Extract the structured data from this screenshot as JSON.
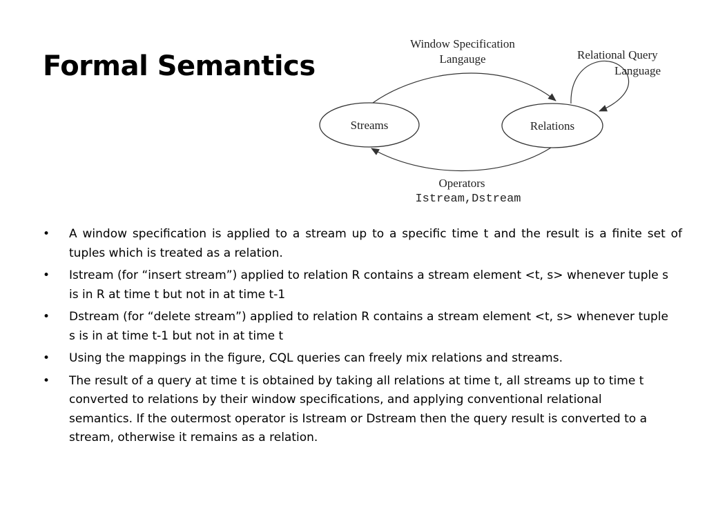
{
  "slide": {
    "title": "Formal Semantics"
  },
  "diagram": {
    "nodes": {
      "streams": "Streams",
      "relations": "Relations"
    },
    "labels": {
      "window_spec_line1": "Window Specification",
      "window_spec_line2": "Langauge",
      "relational_query_line1": "Relational Query",
      "relational_query_line2": "Language",
      "operators_line1": "Operators",
      "operators_line2": "Istream,Dstream"
    }
  },
  "bullets": [
    {
      "marker": "•",
      "text": "A window specification is applied to a stream up to a specific time t and the result is a finite set of tuples which is treated as a relation."
    },
    {
      "marker": "•",
      "text": "Istream (for “insert stream”) applied to relation R contains a stream element <t, s> whenever tuple s is in R at time t but not in at time t-1"
    },
    {
      "marker": "•",
      "text": "Dstream (for “delete stream”) applied to relation R contains a stream element <t, s> whenever tuple s is in at time t-1 but not in at time t"
    },
    {
      "marker": "•",
      "text": "Using the mappings in the figure, CQL queries can freely mix relations and streams."
    },
    {
      "marker": "•",
      "text": "The result of a query at time t is obtained by taking all relations at time t, all streams up to time t converted to relations by their window specifications, and applying conventional relational semantics. If the outermost operator is Istream or Dstream then the query result is converted to a stream, otherwise it remains as a relation."
    }
  ]
}
